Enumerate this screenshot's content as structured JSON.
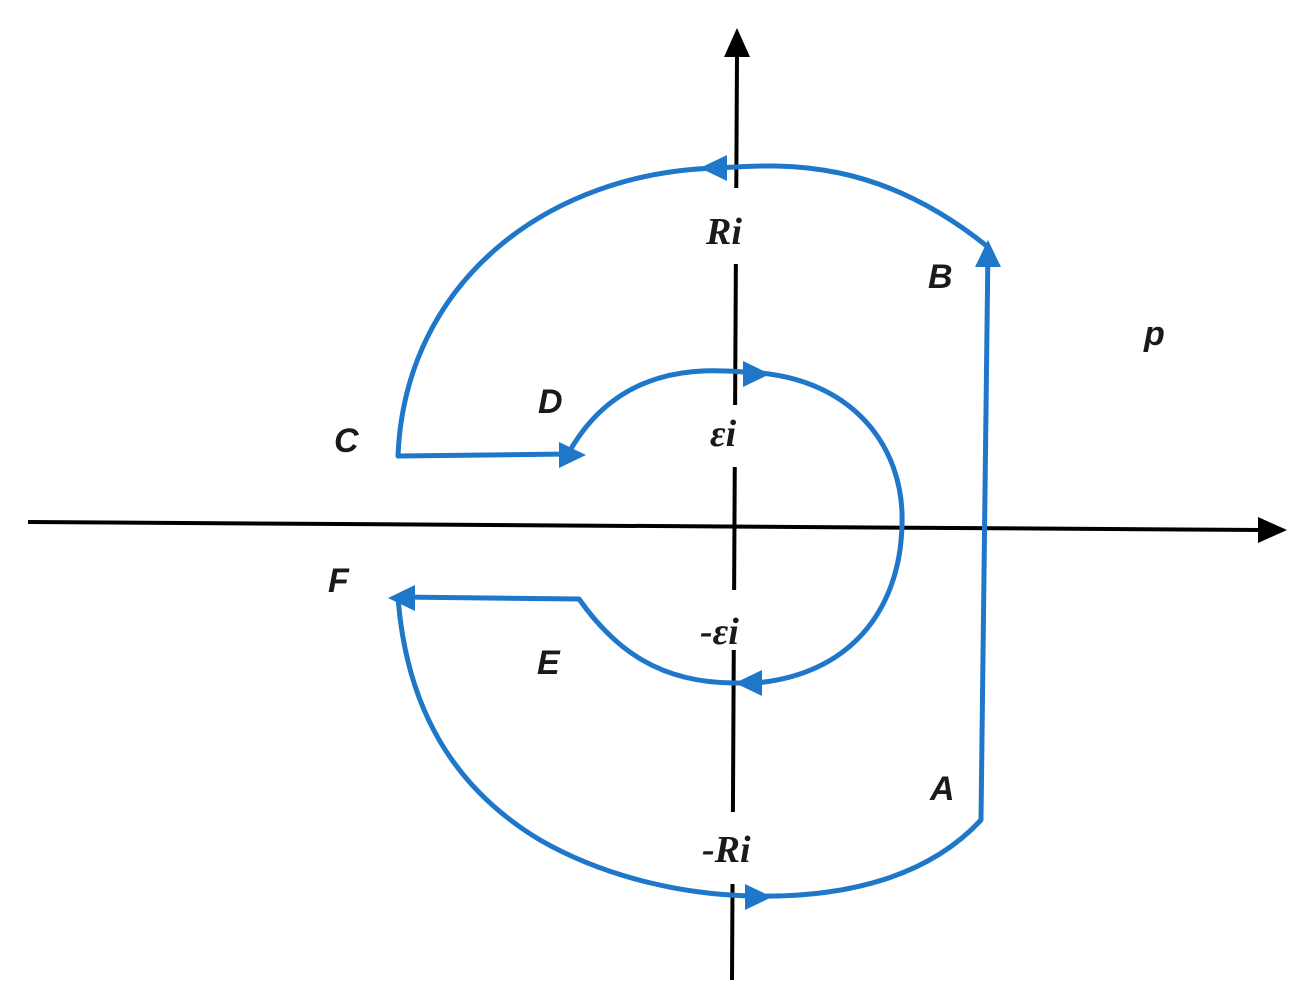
{
  "colors": {
    "contour": "#1f77c9",
    "axes": "#000000",
    "background": "#ffffff"
  },
  "labels": {
    "p": "p",
    "A": "A",
    "B": "B",
    "C": "C",
    "D": "D",
    "E": "E",
    "F": "F",
    "Ri": "Ri",
    "neg_Ri": "-Ri",
    "eps_i": "εi",
    "neg_eps_i": "-εi"
  }
}
